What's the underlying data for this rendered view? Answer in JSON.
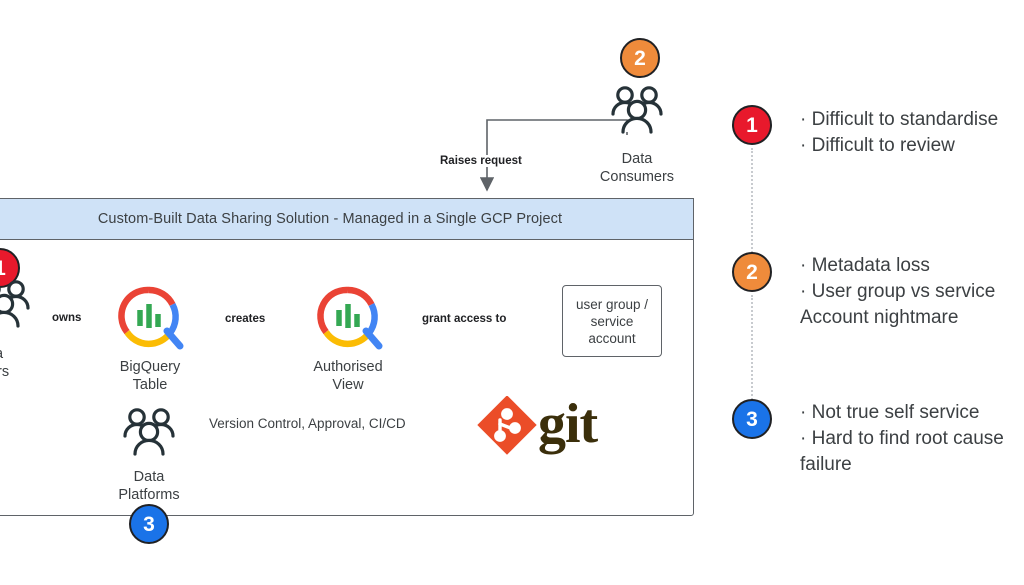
{
  "diagram": {
    "container_title": "Custom-Built Data Sharing Solution - Managed in a Single GCP Project",
    "nodes": {
      "data_owners": {
        "label_line1": "a",
        "label_line2": "ers",
        "full_name": "Data Owners",
        "icon": "people-icon"
      },
      "bigquery_table": {
        "label_line1": "BigQuery",
        "label_line2": "Table",
        "icon": "bigquery-icon"
      },
      "authorised_view": {
        "label_line1": "Authorised",
        "label_line2": "View",
        "icon": "bigquery-icon"
      },
      "user_group": {
        "line1": "user group /",
        "line2": "service",
        "line3": "account"
      },
      "data_consumers": {
        "label_line1": "Data",
        "label_line2": "Consumers",
        "icon": "people-icon"
      },
      "data_platforms": {
        "label_line1": "Data",
        "label_line2": "Platforms",
        "icon": "people-icon"
      }
    },
    "edges": {
      "owns": "owns",
      "creates": "creates",
      "grant_access": "grant access to",
      "raises_request": "Raises request",
      "pipeline": "Version Control, Approval, CI/CD"
    },
    "git": {
      "wordmark": "git"
    }
  },
  "badges": {
    "one": {
      "number": "1",
      "color": "#e8192c"
    },
    "two": {
      "number": "2",
      "color": "#ef8b3b"
    },
    "three": {
      "number": "3",
      "color": "#1a73e8"
    }
  },
  "legend": [
    {
      "number": "1",
      "color": "#e8192c",
      "lines": [
        "· Difficult to standardise",
        "· Difficult to review"
      ]
    },
    {
      "number": "2",
      "color": "#ef8b3b",
      "lines": [
        "· Metadata loss",
        "· User group vs service",
        "   Account nightmare"
      ]
    },
    {
      "number": "3",
      "color": "#1a73e8",
      "lines": [
        "· Not true self service",
        "· Hard to find root cause",
        "   failure"
      ]
    }
  ]
}
